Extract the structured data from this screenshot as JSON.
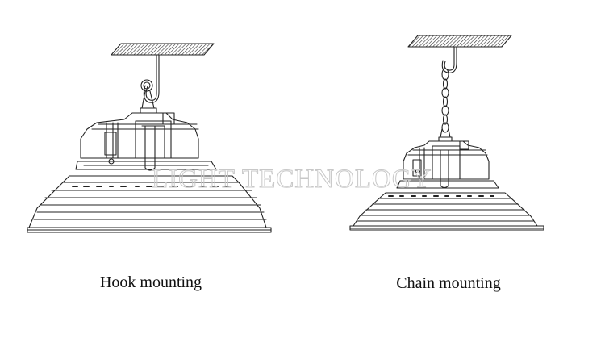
{
  "captions": {
    "hook": "Hook mounting",
    "chain": "Chain mounting"
  },
  "watermark": {
    "text": "LIGHT TECHNOLOGY"
  },
  "colors": {
    "line": "#222222",
    "watermark": "#c8c8c8",
    "background": "#ffffff"
  }
}
